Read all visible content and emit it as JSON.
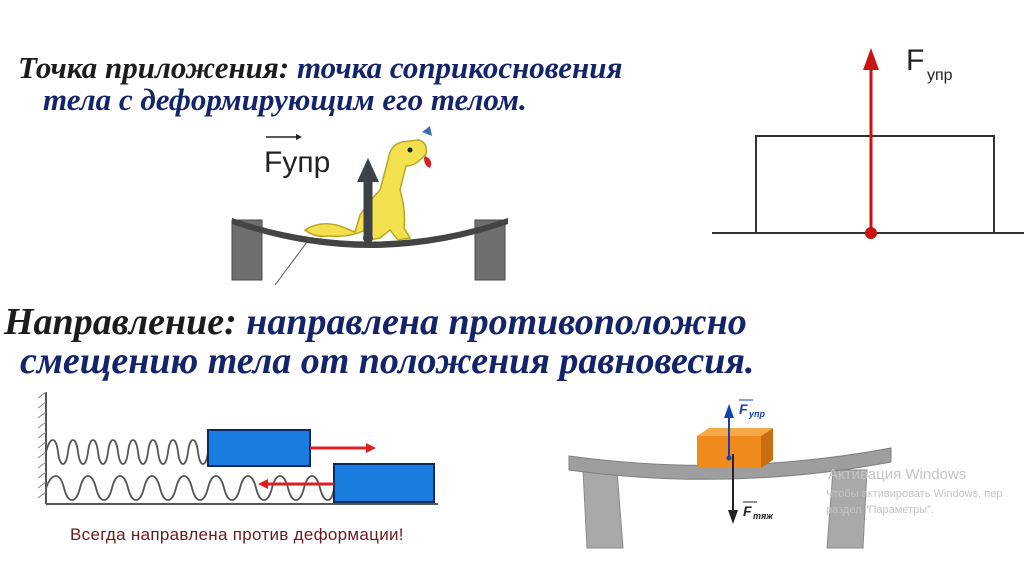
{
  "section_point": {
    "term": "Точка приложения:",
    "definition_part1": "точка соприкосновения",
    "definition_part2": "тела с деформирующим его телом."
  },
  "section_direction": {
    "term": "Направление:",
    "definition_part1": "направлена противоположно",
    "definition_part2": "смещению тела от положения равновесия."
  },
  "dog_diagram": {
    "force_label": "Fупр"
  },
  "block_diagram": {
    "force_label_main": "F",
    "force_label_sub": "упр"
  },
  "spring_diagram": {
    "caption": "Всегда направлена против деформации!"
  },
  "beam_diagram": {
    "force_up_main": "F",
    "force_up_sub": "упр",
    "force_down_main": "F",
    "force_down_sub": "тяж"
  },
  "watermark": {
    "line1": "Активация Windows",
    "line2": "Чтобы активировать Windows, пер",
    "line3": "раздел \"Параметры\"."
  },
  "colors": {
    "heading_dark": "#1c1c1c",
    "heading_blue": "#14246b",
    "force_red": "#cc1111",
    "block_blue": "#1a7de0",
    "block_orange": "#f08a1c",
    "dog_yellow": "#f2e04c"
  }
}
